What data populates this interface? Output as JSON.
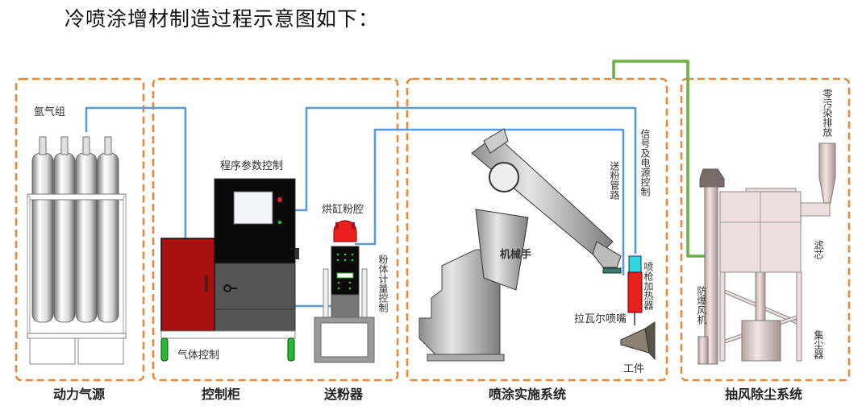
{
  "title": "冷喷涂增材制造过程示意图如下：",
  "sections": [
    {
      "id": "power-gas",
      "label": "动力气源"
    },
    {
      "id": "control-cabinet",
      "label": "控制柜"
    },
    {
      "id": "powder-feeder",
      "label": "送粉器"
    },
    {
      "id": "spray-system",
      "label": "喷涂实施系统"
    },
    {
      "id": "dust-removal",
      "label": "抽风除尘系统"
    }
  ],
  "labels": {
    "argon_group": "氩气组",
    "program_param_control": "程序参数控制",
    "gas_control": "气体控制",
    "drying_powder_chamber": "烘缸粉腔",
    "powder_metering_control": "粉体计量控制",
    "robot_arm": "机械手",
    "powder_pipeline": "送粉管路",
    "signal_power_control": "信号及电源控制",
    "gun_heater": "喷枪加热器",
    "laval_nozzle": "拉瓦尔喷嘴",
    "workpiece": "工件",
    "zero_pollution_discharge": "零污染排放",
    "filter_core": "滤芯",
    "explosion_proof_fan": "防爆风机",
    "dust_collector": "集尘器"
  },
  "colors": {
    "section_border": "#E8883A",
    "gas_signal_line": "#5B9BD5",
    "exhaust_line": "#6AAF45",
    "cabinet_red": "#B01010",
    "heater_red": "#E8201E",
    "heater_cyan": "#2FD8E0"
  }
}
